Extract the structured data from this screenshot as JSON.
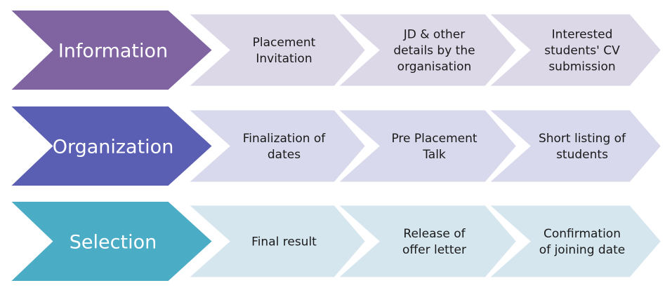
{
  "rows": [
    {
      "title": "Information",
      "color": "#8064a2",
      "step_fill": "#ddd8e8",
      "steps": [
        [
          "Placement",
          "Invitation"
        ],
        [
          "JD & other",
          "details by the",
          "organisation"
        ],
        [
          "Interested",
          "students' CV",
          "submission"
        ]
      ]
    },
    {
      "title": "Organization",
      "color": "#5b5fb4",
      "step_fill": "#d8d9ec",
      "steps": [
        [
          "Finalization of",
          "dates"
        ],
        [
          "Pre Placement",
          "Talk"
        ],
        [
          "Short  listing of",
          "students"
        ]
      ]
    },
    {
      "title": "Selection",
      "color": "#4bacc6",
      "step_fill": "#d6e6ef",
      "steps": [
        [
          "Final result"
        ],
        [
          "Release of",
          "offer letter"
        ],
        [
          "Confirmation",
          "of joining date"
        ]
      ]
    }
  ]
}
